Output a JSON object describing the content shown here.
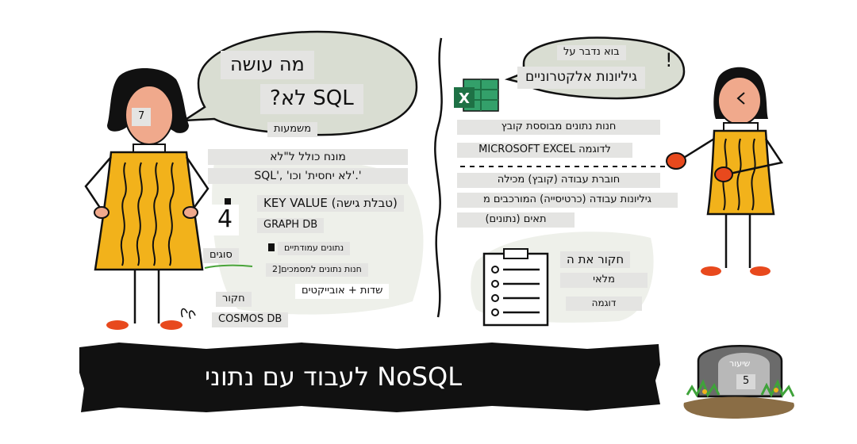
{
  "colors": {
    "dress": "#f2b21b",
    "skin": "#f0a98c",
    "bubble": "#d9ddd2",
    "shoes": "#e8491d",
    "excel_green": "#1e7145"
  },
  "left": {
    "bubble_line1": "מה עושה",
    "bubble_line2": "?לא SQL",
    "meaning": "משמעות",
    "term_line1": "מונח כולל ל\"לא",
    "term_line2": "SQL', 'לא יחסית' וכו'.'",
    "badge_number": "4",
    "types_label": "סוגים",
    "types": [
      "KEY VALUE (טבלת גישה)",
      "GRAPH DB",
      "נתונים עמודתיים",
      "2]חנות נתונים למסמכים"
    ],
    "fields_objects": "שדות + אובייקטים",
    "explore": "חקור",
    "cosmos": "COSMOS DB",
    "face_number": "7"
  },
  "right": {
    "bubble_line1": "בוא נדבר על",
    "bubble_line2": "גיליונות אלקטרוניים",
    "exclaim": "!",
    "store_line": "חנות נתונים מבוססת קובץ",
    "example_line": "MICROSOFT EXCEL לדוגמה",
    "workbook_line1": "חוברת עבודה (קובץ) מכילה",
    "workbook_line2": "גיליונות עבודה (כרטיסייה) המורכבים מ",
    "workbook_line3": "תאים (נתונים)",
    "explore_line": "חקור את ה",
    "filled": "מלאי",
    "sample": "דוגמה"
  },
  "banner": {
    "title": "לעבוד עם נתוני NoSQL"
  },
  "tombstone": {
    "lesson": "שיעור",
    "number": "5"
  },
  "icons": {
    "excel": "excel-icon",
    "clipboard": "clipboard-checklist-icon"
  }
}
